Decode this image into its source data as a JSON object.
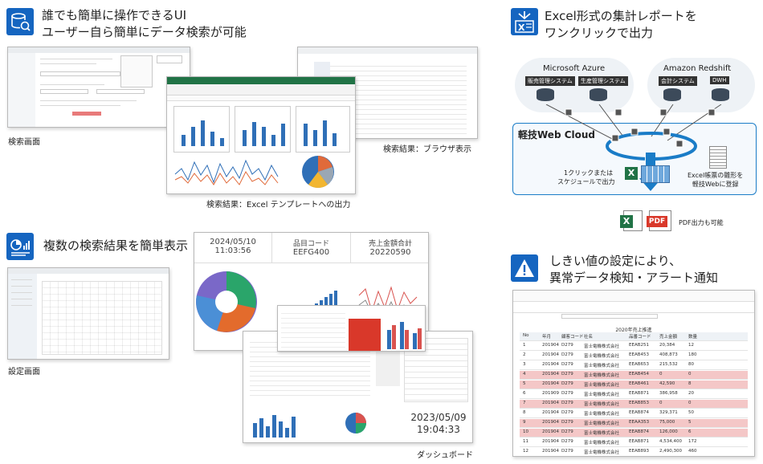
{
  "sec1": {
    "line1": "誰でも簡単に操作できるUI",
    "line2": "ユーザー自ら簡単にデータ検索が可能",
    "icon": "database-search-icon",
    "cap_search": "検索画面",
    "cap_browser": "検索結果：ブラウザ表示",
    "cap_excel": "検索結果：Excel テンプレートへの出力"
  },
  "sec2": {
    "title": "複数の検索結果を簡単表示",
    "icon": "dashboard-icon",
    "cap_settings": "設定画面",
    "cap_dashboard": "ダッシュボード",
    "tile_date": "2024/05/10",
    "tile_time": "11:03:56",
    "tile_code_label": "品目コード",
    "tile_code": "EEFG400",
    "tile_sum_label": "売上金額合計",
    "tile_sum": "20220590",
    "clock_date": "2023/05/09",
    "clock_time": "19:04:33"
  },
  "sec3": {
    "line1": "Excel形式の集計レポートを",
    "line2": "ワンクリックで出力",
    "icon": "excel-export-icon",
    "cloud1": "Microsoft Azure",
    "cloud2": "Amazon Redshift",
    "tag1": "販売管理システム",
    "tag2": "生産管理システム",
    "tag3": "会計システム",
    "tag4": "DWH",
    "hub": "軽技Web Cloud",
    "left_note1": "1クリックまたは",
    "left_note2": "スケジュールで出力",
    "right_note1": "Excel帳票の雛形を",
    "right_note2": "軽技Webに登録",
    "pdf_label": "PDF",
    "pdf_note": "PDF出力も可能"
  },
  "sec4": {
    "line1": "しきい値の設定により、",
    "line2": "異常データ検知・アラート通知",
    "icon": "warning-icon",
    "table_title": "2020年売上推進",
    "columns": [
      "No",
      "年月",
      "顧客コード",
      "社名",
      "品番コード",
      "売上金額",
      "数量"
    ],
    "rows": [
      {
        "no": "1",
        "ym": "201904",
        "cc": "D279",
        "name": "富士電機株式会社",
        "pc": "EEAB251",
        "amt": "20,384",
        "qty": "12",
        "alert": false
      },
      {
        "no": "2",
        "ym": "201904",
        "cc": "D279",
        "name": "富士電機株式会社",
        "pc": "EEAB453",
        "amt": "408,873",
        "qty": "180",
        "alert": false
      },
      {
        "no": "3",
        "ym": "201904",
        "cc": "D279",
        "name": "富士電機株式会社",
        "pc": "EEAB653",
        "amt": "215,532",
        "qty": "80",
        "alert": false
      },
      {
        "no": "4",
        "ym": "201904",
        "cc": "D279",
        "name": "富士電機株式会社",
        "pc": "EEAB454",
        "amt": "0",
        "qty": "0",
        "alert": true
      },
      {
        "no": "5",
        "ym": "201904",
        "cc": "D279",
        "name": "富士電機株式会社",
        "pc": "EEAB461",
        "amt": "42,590",
        "qty": "8",
        "alert": true
      },
      {
        "no": "6",
        "ym": "201909",
        "cc": "D279",
        "name": "富士電機株式会社",
        "pc": "EEAB871",
        "amt": "386,958",
        "qty": "20",
        "alert": false
      },
      {
        "no": "7",
        "ym": "201904",
        "cc": "D279",
        "name": "富士電機株式会社",
        "pc": "EEAB853",
        "amt": "0",
        "qty": "0",
        "alert": true
      },
      {
        "no": "8",
        "ym": "201904",
        "cc": "D279",
        "name": "富士電機株式会社",
        "pc": "EEAB874",
        "amt": "329,371",
        "qty": "50",
        "alert": false
      },
      {
        "no": "9",
        "ym": "201904",
        "cc": "D279",
        "name": "富士電機株式会社",
        "pc": "EEAA353",
        "amt": "75,000",
        "qty": "5",
        "alert": true
      },
      {
        "no": "10",
        "ym": "201904",
        "cc": "D279",
        "name": "富士電機株式会社",
        "pc": "EEAB874",
        "amt": "126,000",
        "qty": "6",
        "alert": true
      },
      {
        "no": "11",
        "ym": "201904",
        "cc": "D279",
        "name": "富士電機株式会社",
        "pc": "EEAB871",
        "amt": "4,534,400",
        "qty": "172",
        "alert": false
      },
      {
        "no": "12",
        "ym": "201904",
        "cc": "D279",
        "name": "富士電機株式会社",
        "pc": "EEAB893",
        "amt": "2,490,300",
        "qty": "460",
        "alert": false
      }
    ]
  },
  "colors": {
    "brand_blue": "#1565c0",
    "hub_blue": "#1a7cc7",
    "excel_green": "#217346",
    "pdf_red": "#d9382a",
    "alert_pink": "#f4c7c7"
  }
}
